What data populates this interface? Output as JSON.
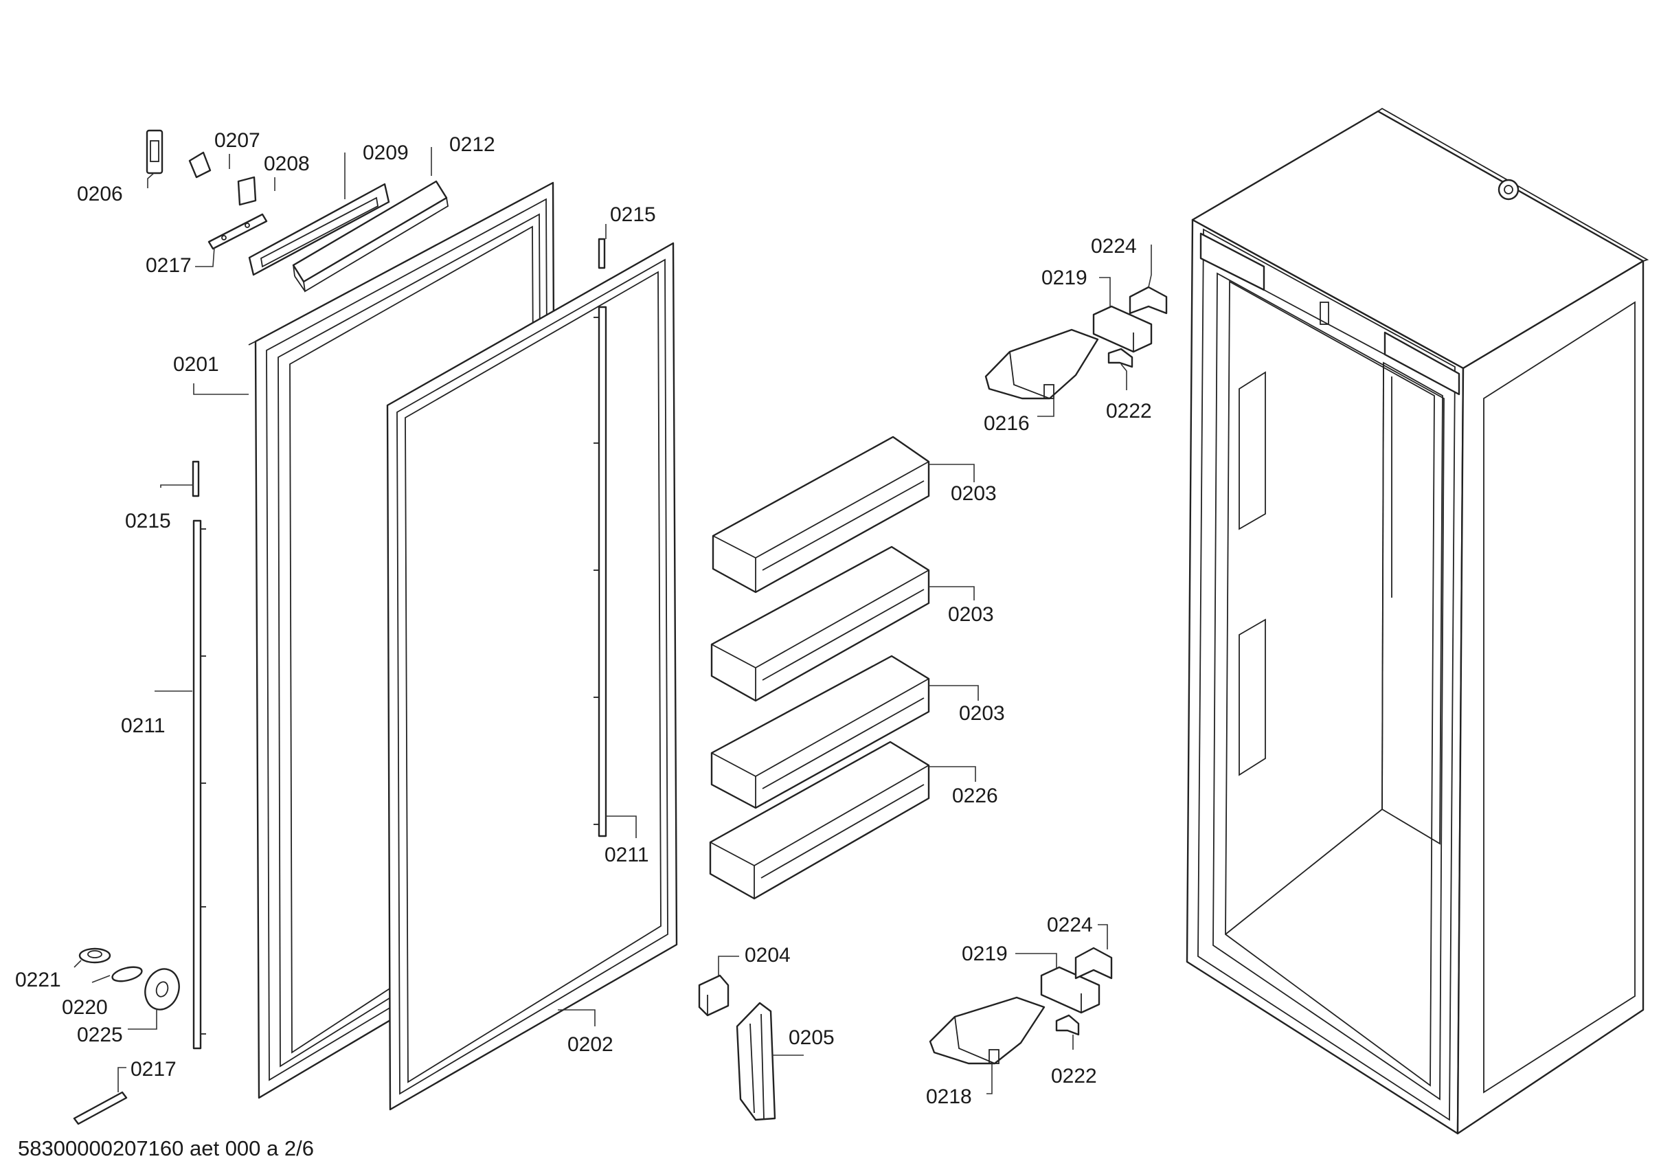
{
  "document_id": "58300000207160 aet 000 a 2/6",
  "labels": {
    "p0201": "0201",
    "p0202": "0202",
    "p0203a": "0203",
    "p0203b": "0203",
    "p0203c": "0203",
    "p0204": "0204",
    "p0205": "0205",
    "p0206": "0206",
    "p0207": "0207",
    "p0208": "0208",
    "p0209": "0209",
    "p0211a": "0211",
    "p0211b": "0211",
    "p0212": "0212",
    "p0215a": "0215",
    "p0215b": "0215",
    "p0216": "0216",
    "p0217a": "0217",
    "p0217b": "0217",
    "p0218": "0218",
    "p0219a": "0219",
    "p0219b": "0219",
    "p0220": "0220",
    "p0221": "0221",
    "p0222a": "0222",
    "p0222b": "0222",
    "p0224a": "0224",
    "p0224b": "0224",
    "p0225": "0225",
    "p0226": "0226"
  }
}
